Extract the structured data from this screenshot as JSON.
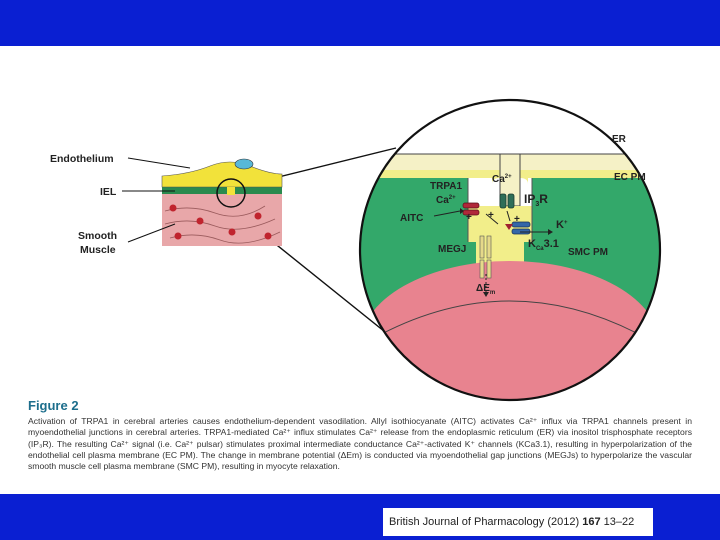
{
  "colors": {
    "band": "#0a1fd2",
    "er": "#f5f1c6",
    "ec": "#f2ee8a",
    "smc": "#e8838f",
    "ecm": "#33a86a",
    "caption_title": "#1d6e8c"
  },
  "diagram": {
    "left_labels": {
      "endothelium": "Endothelium",
      "iel": "IEL",
      "smooth_muscle_line1": "Smooth",
      "smooth_muscle_line2": "Muscle"
    },
    "zoom": {
      "er": "ER",
      "ec_pm": "EC PM",
      "smc_pm": "SMC PM",
      "trpa1_line1": "TRPA1",
      "trpa1_ion": "Ca",
      "trpa1_ion_sup": "2+",
      "ca_top": "Ca",
      "ca_top_sup": "2+",
      "ip3r_a": "IP",
      "ip3r_sub": "3",
      "ip3r_b": "R",
      "k": "K",
      "k_sup": "+",
      "kca_a": "K",
      "kca_sub": "Ca",
      "kca_b": "3.1",
      "aitc": "AITC",
      "megj": "MEGJ",
      "delta_em": "ΔE",
      "delta_em_sub": "m",
      "plus1": "+",
      "plus2": "+",
      "plus3": "+"
    }
  },
  "caption": {
    "title": "Figure 2",
    "body": "Activation of TRPA1 in cerebral arteries causes endothelium-dependent vasodilation. Allyl isothiocyanate (AITC) activates Ca²⁺ influx via TRPA1 channels present in myoendothelial junctions in cerebral arteries. TRPA1-mediated Ca²⁺ influx stimulates Ca²⁺ release from the endoplasmic reticulum (ER) via inositol trisphosphate receptors (IP₃R). The resulting Ca²⁺ signal (i.e. Ca²⁺ pulsar) stimulates proximal intermediate conductance Ca²⁺-activated K⁺ channels (KCa3.1), resulting in hyperpolarization of the endothelial cell plasma membrane (EC PM). The change in membrane potential (ΔEm) is conducted via myoendothelial gap junctions (MEGJs) to hyperpolarize the vascular smooth muscle cell plasma membrane (SMC PM), resulting in myocyte relaxation."
  },
  "citation": {
    "journal": "British Journal of Pharmacology (2012)",
    "volume": "167",
    "pages": "13–22"
  }
}
